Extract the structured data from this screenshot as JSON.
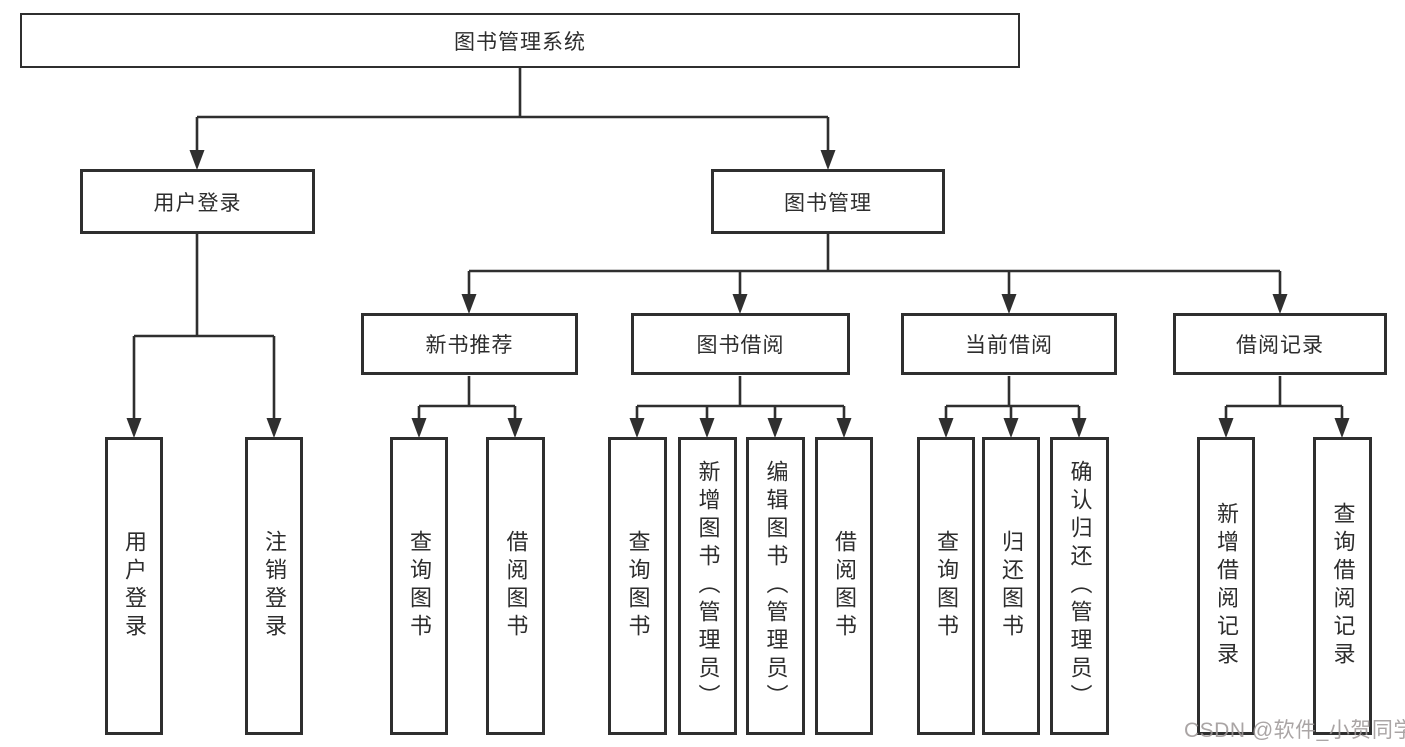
{
  "tree": {
    "root": {
      "label": "图书管理系统",
      "children": [
        {
          "label": "用户登录",
          "children": [
            {
              "label": "用户登录"
            },
            {
              "label": "注销登录"
            }
          ]
        },
        {
          "label": "图书管理",
          "children": [
            {
              "label": "新书推荐",
              "children": [
                {
                  "label": "查询图书"
                },
                {
                  "label": "借阅图书"
                }
              ]
            },
            {
              "label": "图书借阅",
              "children": [
                {
                  "label": "查询图书"
                },
                {
                  "label": "新增图书（管理员）"
                },
                {
                  "label": "编辑图书（管理员）"
                },
                {
                  "label": "借阅图书"
                }
              ]
            },
            {
              "label": "当前借阅",
              "children": [
                {
                  "label": "查询图书"
                },
                {
                  "label": "归还图书"
                },
                {
                  "label": "确认归还（管理员）"
                }
              ]
            },
            {
              "label": "借阅记录",
              "children": [
                {
                  "label": "新增借阅记录"
                },
                {
                  "label": "查询借阅记录"
                }
              ]
            }
          ]
        }
      ]
    }
  },
  "watermark": {
    "text": "CSDN @软件_小贺同学"
  },
  "colors": {
    "line": "#2f2f2f",
    "box_border": "#2f2f2f",
    "text": "#2d2d2d",
    "watermark": "#9e9898",
    "background": "#ffffff"
  }
}
